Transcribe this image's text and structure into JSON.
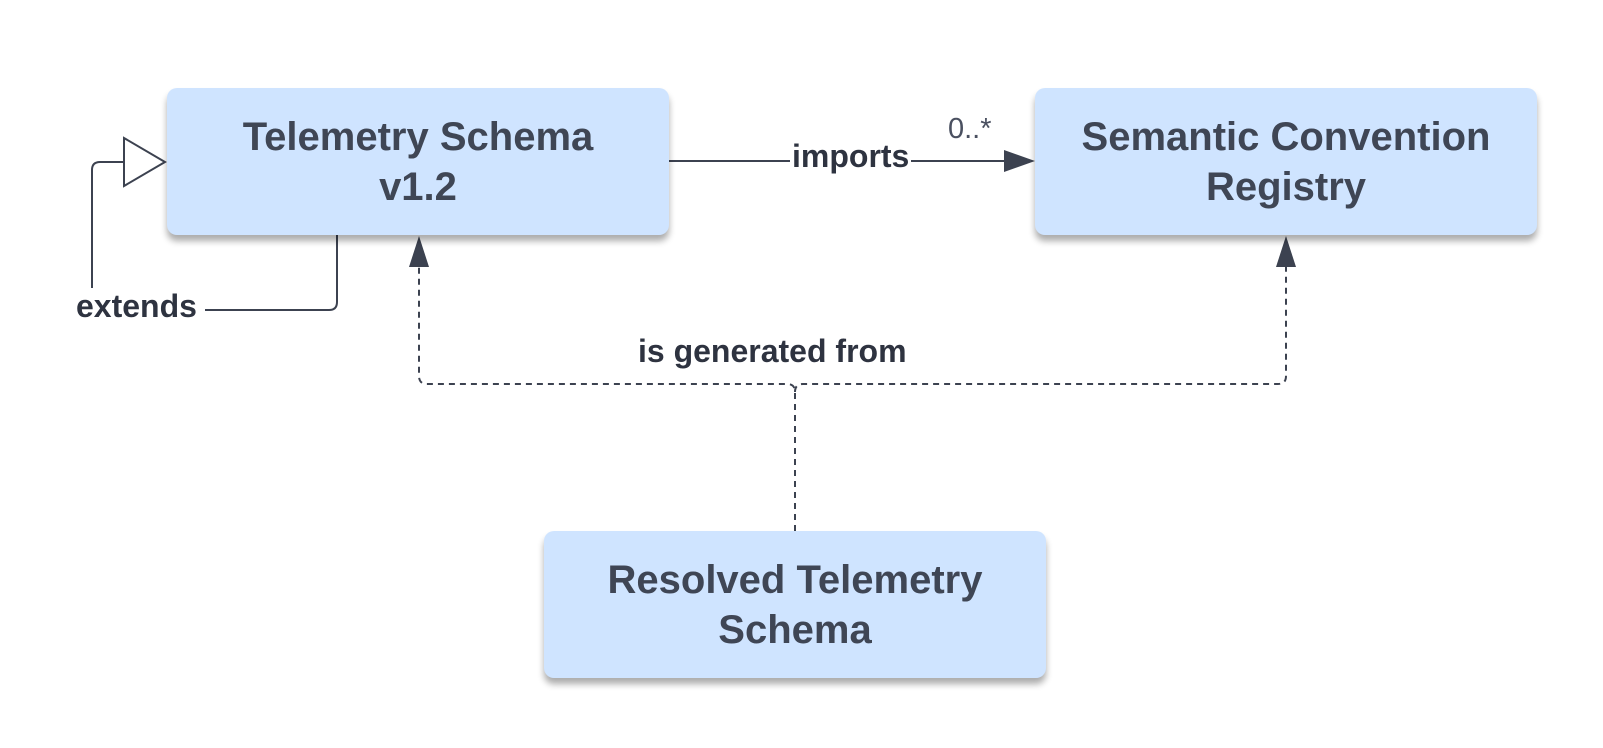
{
  "nodes": {
    "telemetry_schema": {
      "line1": "Telemetry Schema",
      "line2": "v1.2"
    },
    "semantic_registry": {
      "line1": "Semantic Convention",
      "line2": "Registry"
    },
    "resolved_schema": {
      "line1": "Resolved Telemetry",
      "line2": "Schema"
    }
  },
  "edges": {
    "imports": {
      "label": "imports",
      "multiplicity": "0..*"
    },
    "extends": {
      "label": "extends"
    },
    "generated_from": {
      "label": "is generated from"
    }
  },
  "colors": {
    "node_fill": "#cfe4ff",
    "node_text": "#3f4655",
    "line": "#3c4250",
    "label_text": "#2e3340"
  }
}
